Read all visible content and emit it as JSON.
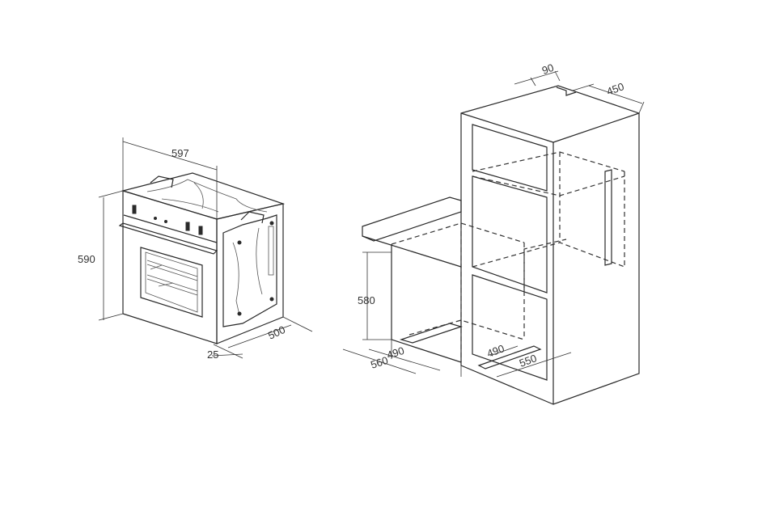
{
  "oven": {
    "width_label": "597",
    "height_label": "590",
    "depth_label": "500",
    "front_label": "25"
  },
  "cabinet": {
    "top_offset_label": "90",
    "top_opening_label": "450",
    "niche_height_label": "580",
    "base_inner_label": "490",
    "base_outer_label": "560",
    "tall_inner_label": "490",
    "tall_depth_label": "550"
  },
  "colors": {
    "line": "#2a2a2a",
    "background": "#ffffff"
  }
}
